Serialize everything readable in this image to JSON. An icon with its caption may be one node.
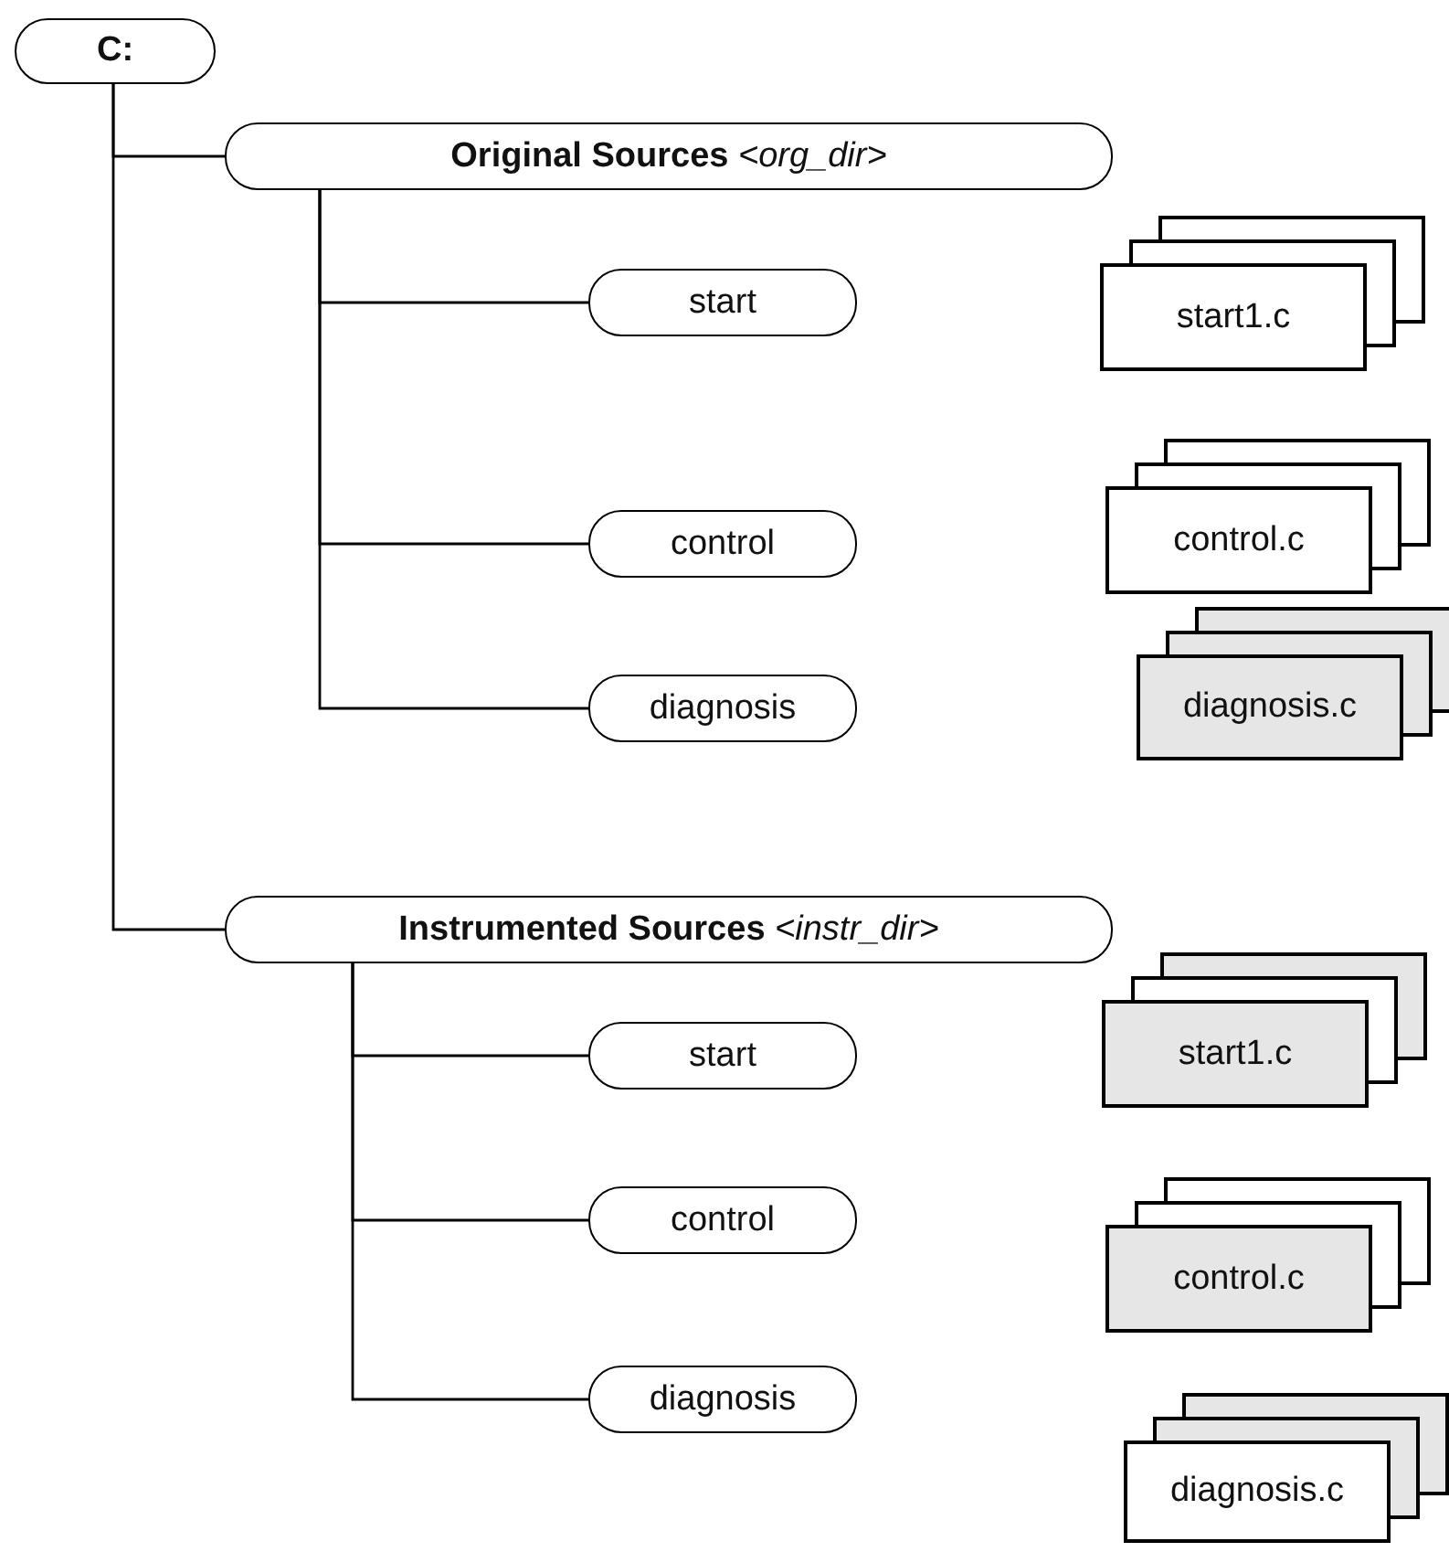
{
  "diagram": {
    "nodes": [
      {
        "text": [
          "C:"
        ]
      },
      {
        "text": [
          "**Original Sources** *<org_dir>*"
        ]
      },
      {
        "text": [
          "start"
        ]
      },
      {
        "text": [
          "control"
        ]
      },
      {
        "text": [
          "diagnosis"
        ]
      },
      {
        "text": [
          "**Instrumented Sources** *<instr_dir>*"
        ]
      },
      {
        "text": [
          "start"
        ]
      },
      {
        "text": [
          "control"
        ]
      },
      {
        "text": [
          "diagnosis"
        ]
      },
      {
        "text": [
          "start1.c"
        ]
      },
      {
        "text": [
          "control.c"
        ]
      },
      {
        "text": [
          "diagnosis.c"
        ]
      },
      {
        "text": [
          "start1.c"
        ]
      },
      {
        "text": [
          "control.c"
        ]
      },
      {
        "text": [
          "diagnosis.c"
        ]
      }
    ],
    "edges": [
      {
        "from": 0,
        "to": 1,
        "arrow": "none"
      },
      {
        "from": 0,
        "to": 5,
        "arrow": "none"
      },
      {
        "from": 1,
        "to": 2,
        "arrow": "none"
      },
      {
        "from": 1,
        "to": 3,
        "arrow": "none"
      },
      {
        "from": 1,
        "to": 4,
        "arrow": "none"
      },
      {
        "from": 5,
        "to": 6,
        "arrow": "none"
      },
      {
        "from": 5,
        "to": 7,
        "arrow": "none"
      },
      {
        "from": 5,
        "to": 8,
        "arrow": "none"
      }
    ]
  }
}
